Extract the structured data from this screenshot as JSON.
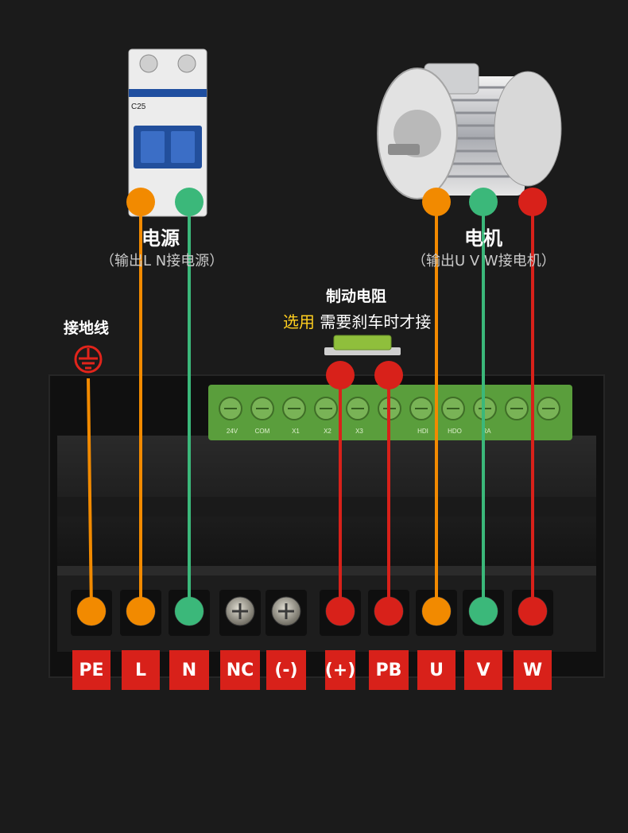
{
  "colors": {
    "orange": "#f28a00",
    "green": "#3bb87a",
    "red": "#d8211a",
    "ground": "#e2241b"
  },
  "breaker": {
    "title": "电源",
    "subtitle": "（输出L N接电源）",
    "model": "C25"
  },
  "motor": {
    "title": "电机",
    "subtitle": "（输出U V W接电机）"
  },
  "brake_resistor": {
    "title": "制动电阻",
    "option": "选用",
    "note": "需要刹车时才接"
  },
  "ground": {
    "title": "接地线"
  },
  "control_terminals": [
    "24V",
    "COM",
    "X1",
    "X2",
    "X3",
    "HDI",
    "HDO",
    "RA"
  ],
  "terminals": [
    {
      "label": "PE",
      "wire": "orange"
    },
    {
      "label": "L",
      "wire": "orange"
    },
    {
      "label": "N",
      "wire": "green"
    },
    {
      "label": "NC",
      "wire": ""
    },
    {
      "label": "(-)",
      "wire": ""
    },
    {
      "label": "(+)",
      "wire": "red"
    },
    {
      "label": "PB",
      "wire": "red"
    },
    {
      "label": "U",
      "wire": "orange"
    },
    {
      "label": "V",
      "wire": "green"
    },
    {
      "label": "W",
      "wire": "red"
    }
  ]
}
